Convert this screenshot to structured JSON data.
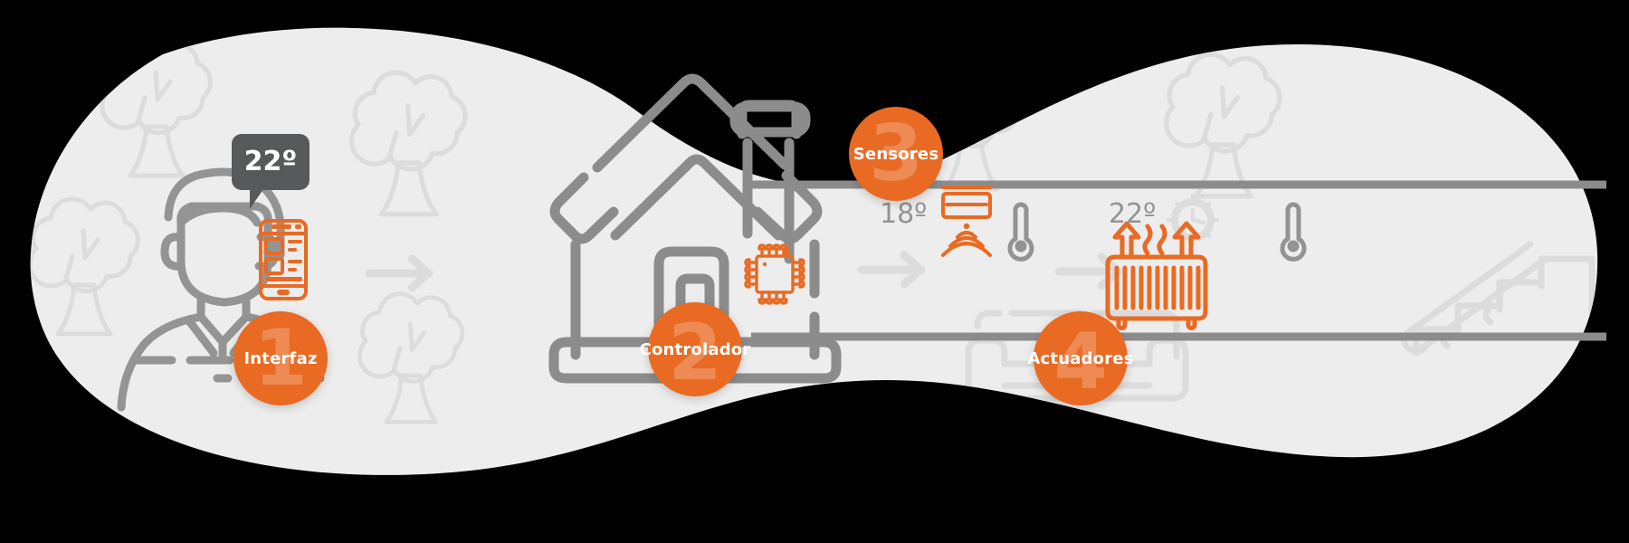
{
  "diagram": {
    "title": "Smart Home System Diagram",
    "language": "es",
    "background_color": "#000000",
    "blob_color": "#ecedec",
    "accent_color": "#e96a23",
    "gray_dark": "#8c8c8c",
    "gray_mid": "#b5b5b5",
    "gray_light": "#dcdcdc",
    "bubble_color": "#58595b"
  },
  "badges": [
    {
      "number": "1",
      "label": "Interfaz"
    },
    {
      "number": "2",
      "label": "Controlador"
    },
    {
      "number": "3",
      "label": "Sensores"
    },
    {
      "number": "4",
      "label": "Actuadores"
    }
  ],
  "speech_bubble": {
    "value": "22º"
  },
  "readouts": [
    {
      "icon": "thermometer-icon",
      "value": "18º"
    },
    {
      "icon": "thermometer-icon",
      "value": "22º"
    }
  ],
  "icons": {
    "person": "person-icon",
    "smartphone": "smartphone-app-icon",
    "house": "house-icon",
    "chip": "cpu-chip-icon",
    "motion_sensor": "motion-sensor-icon",
    "clock": "clock-icon",
    "radiator": "radiator-icon",
    "sofa": "sofa-icon",
    "stairs": "stairs-icon",
    "tree": "tree-icon",
    "arrow": "arrow-right-icon"
  },
  "flow_arrows": [
    {
      "from": "Interfaz",
      "to": "Controlador"
    },
    {
      "from": "Controlador",
      "to": "Sensores"
    },
    {
      "from": "Sensores",
      "to": "Actuadores"
    }
  ]
}
